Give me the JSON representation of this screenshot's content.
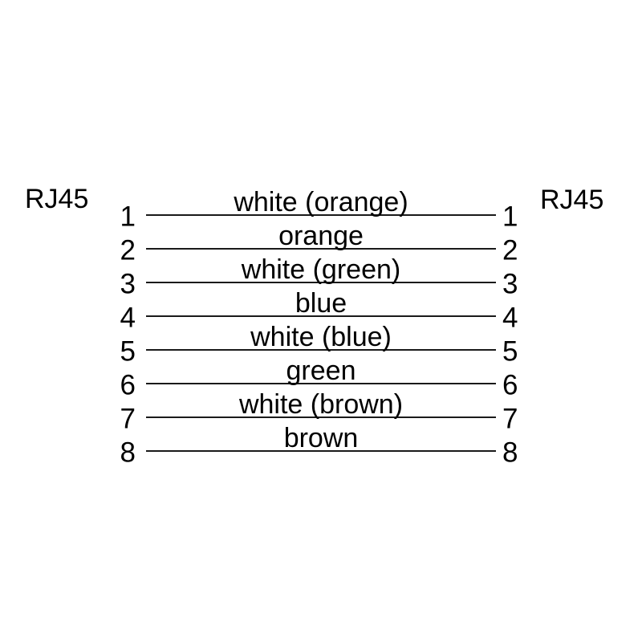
{
  "diagram": {
    "title_semantic": "RJ45 straight-through cable pinout",
    "left_connector": {
      "label": "RJ45"
    },
    "right_connector": {
      "label": "RJ45"
    },
    "wires": [
      {
        "left_pin": "1",
        "right_pin": "1",
        "label": "white (orange)"
      },
      {
        "left_pin": "2",
        "right_pin": "2",
        "label": "orange"
      },
      {
        "left_pin": "3",
        "right_pin": "3",
        "label": "white (green)"
      },
      {
        "left_pin": "4",
        "right_pin": "4",
        "label": "blue"
      },
      {
        "left_pin": "5",
        "right_pin": "5",
        "label": "white (blue)"
      },
      {
        "left_pin": "6",
        "right_pin": "6",
        "label": "green"
      },
      {
        "left_pin": "7",
        "right_pin": "7",
        "label": "white (brown)"
      },
      {
        "left_pin": "8",
        "right_pin": "8",
        "label": "brown"
      }
    ],
    "colors": {
      "background": "#ffffff",
      "text": "#000000",
      "line": "#1a1a1a"
    }
  }
}
